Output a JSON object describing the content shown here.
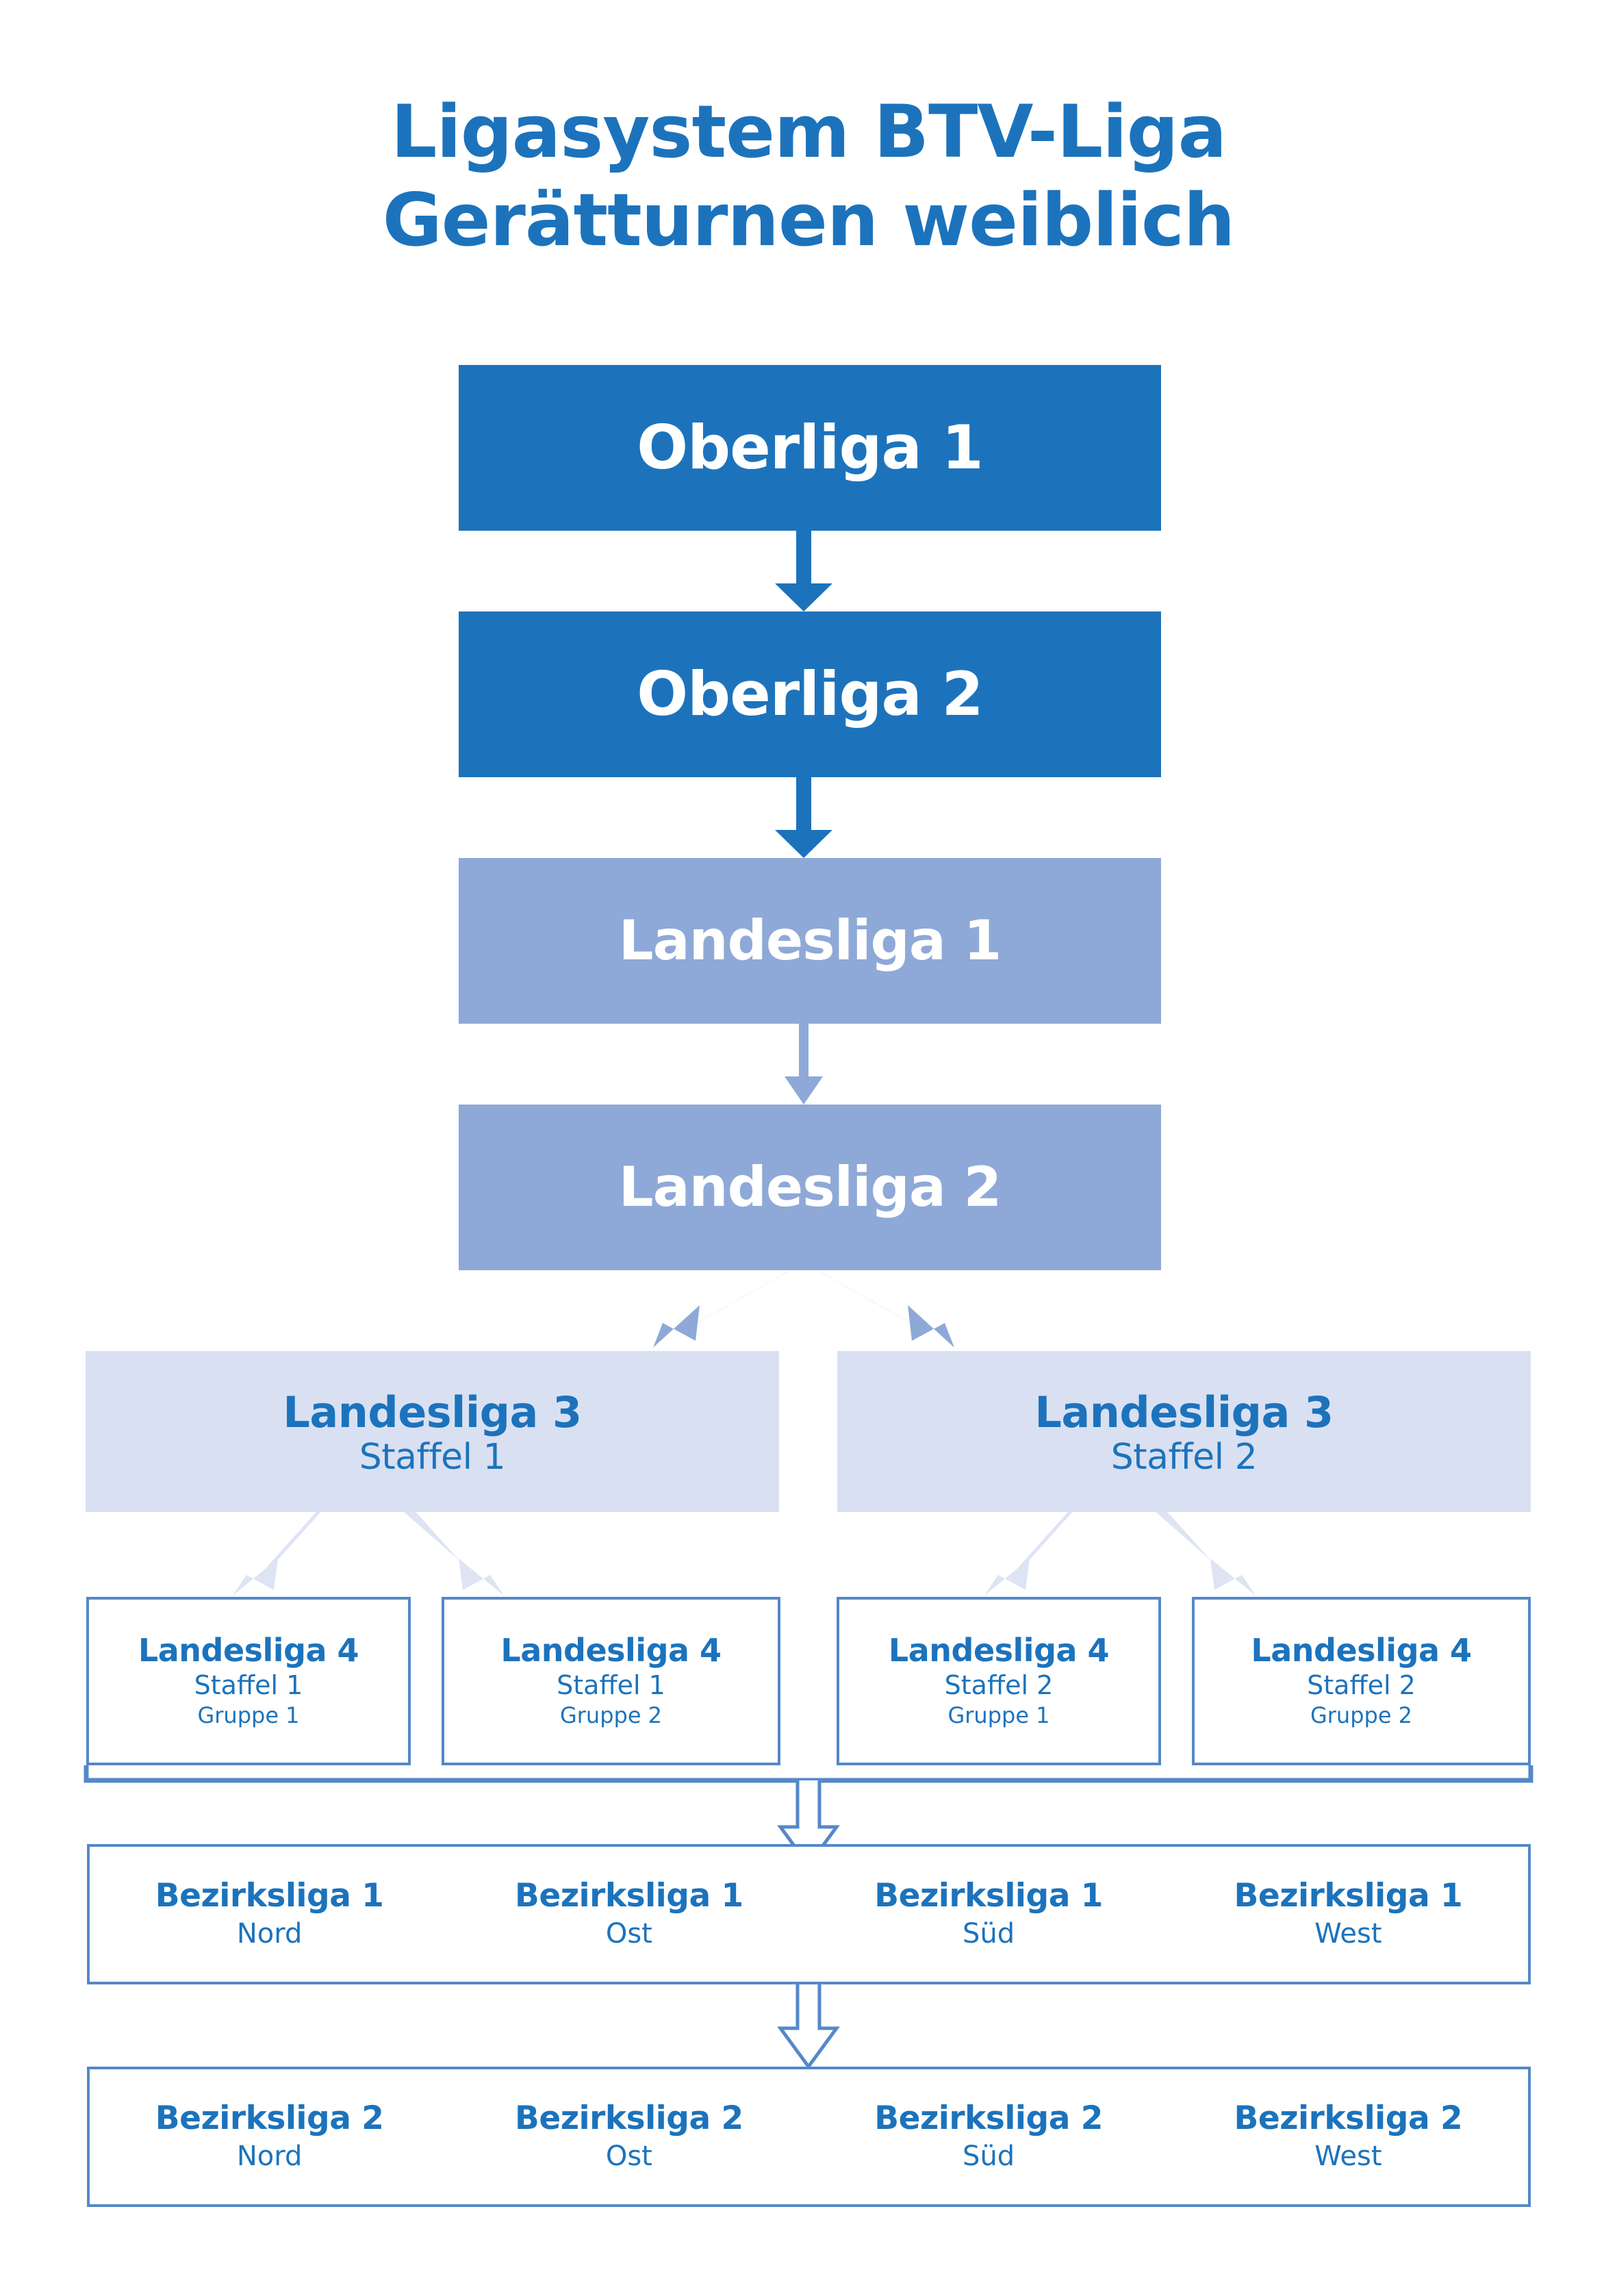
{
  "title": {
    "line1": "Ligasystem BTV-Liga",
    "line2": "Gerätturnen weiblich"
  },
  "colors": {
    "primary_blue": "#1C73BC",
    "mid_blue": "#8EA9D7",
    "pale_blue": "#D9E0F2",
    "border_blue": "#5588C7",
    "white": "#FFFFFF"
  },
  "levels": {
    "oberliga": [
      {
        "title": "Oberliga 1"
      },
      {
        "title": "Oberliga 2"
      }
    ],
    "landesliga_12": [
      {
        "title": "Landesliga 1"
      },
      {
        "title": "Landesliga 2"
      }
    ],
    "landesliga_3": [
      {
        "title": "Landesliga 3",
        "staffel": "Staffel 1"
      },
      {
        "title": "Landesliga 3",
        "staffel": "Staffel 2"
      }
    ],
    "landesliga_4": [
      {
        "title": "Landesliga 4",
        "staffel": "Staffel 1",
        "gruppe": "Gruppe 1"
      },
      {
        "title": "Landesliga 4",
        "staffel": "Staffel 1",
        "gruppe": "Gruppe 2"
      },
      {
        "title": "Landesliga 4",
        "staffel": "Staffel 2",
        "gruppe": "Gruppe 1"
      },
      {
        "title": "Landesliga 4",
        "staffel": "Staffel 2",
        "gruppe": "Gruppe 2"
      }
    ],
    "bezirksliga_1": [
      {
        "title": "Bezirksliga 1",
        "region": "Nord"
      },
      {
        "title": "Bezirksliga 1",
        "region": "Ost"
      },
      {
        "title": "Bezirksliga 1",
        "region": "Süd"
      },
      {
        "title": "Bezirksliga 1",
        "region": "West"
      }
    ],
    "bezirksliga_2": [
      {
        "title": "Bezirksliga 2",
        "region": "Nord"
      },
      {
        "title": "Bezirksliga 2",
        "region": "Ost"
      },
      {
        "title": "Bezirksliga 2",
        "region": "Süd"
      },
      {
        "title": "Bezirksliga 2",
        "region": "West"
      }
    ]
  }
}
